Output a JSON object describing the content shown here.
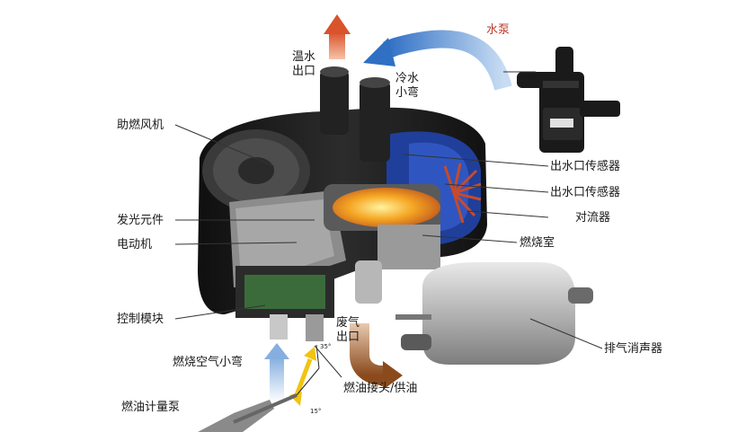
{
  "labels": {
    "water_pump": "水泵",
    "warm_water_outlet_1": "温水",
    "warm_water_outlet_2": "出口",
    "cold_water_bend_1": "冷水",
    "cold_water_bend_2": "小弯",
    "combustion_fan": "助燃风机",
    "water_outlet_sensor_1": "出水口传感器",
    "water_outlet_sensor_2": "出水口传感器",
    "convector": "对流器",
    "glow_element": "发光元件",
    "motor": "电动机",
    "combustion_chamber": "燃烧室",
    "control_module": "控制模块",
    "exhaust_outlet_1": "废气",
    "exhaust_outlet_2": "出口",
    "exhaust_silencer": "排气消声器",
    "combustion_air_bend": "燃烧空气小弯",
    "fuel_connector": "燃油接头/供油",
    "fuel_metering_pump": "燃油计量泵",
    "angle_35": "35°",
    "angle_15": "15°"
  },
  "colors": {
    "label_text": "#1a1a1a",
    "pump_label": "#c0392b",
    "hot_arrow": "#d9532b",
    "cold_arrow": "#3a78c9",
    "exhaust_arrow": "#8a4a1c",
    "yellow_arrow": "#f1c40f",
    "air_arrow": "#8fb5e0",
    "heater_body": "#1c1c1c",
    "flame": "#f5a623",
    "convector": "#1f3f9a"
  },
  "icons": [
    "heater-unit-illustration",
    "water-pump-illustration",
    "silencer-illustration"
  ]
}
